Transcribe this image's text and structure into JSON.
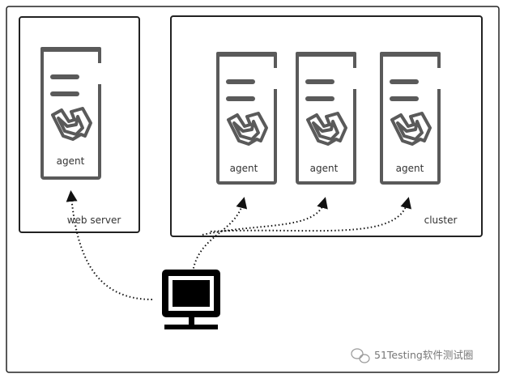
{
  "web_server": {
    "label": "web server",
    "agent_label": "agent"
  },
  "cluster": {
    "label": "cluster",
    "agents": [
      "agent",
      "agent",
      "agent"
    ]
  },
  "watermark": {
    "text": "51Testing软件测试圈",
    "icon": "wechat-icon"
  },
  "colors": {
    "server": "#5a5a5a",
    "border": "#222222",
    "monitor": "#000000"
  }
}
